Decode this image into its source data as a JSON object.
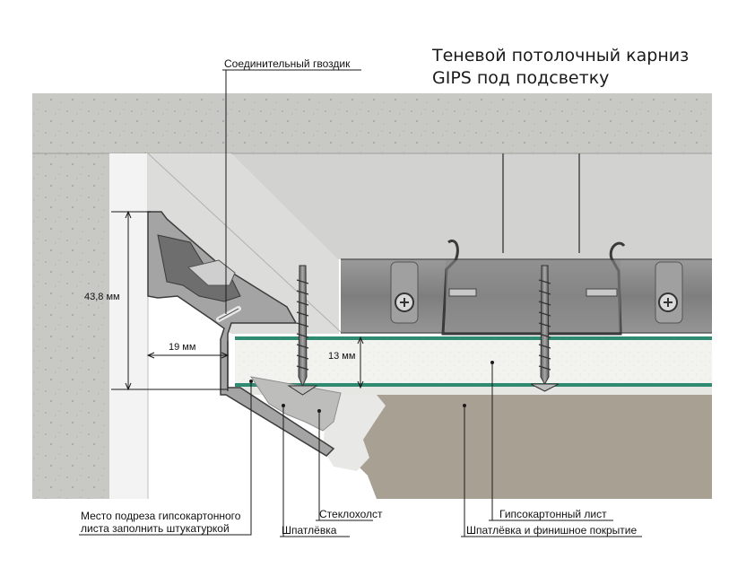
{
  "title": {
    "line1": "Теневой потолочный карниз",
    "line2": "GIPS под подсветку"
  },
  "dimensions": {
    "height": "43,8 мм",
    "width": "19 мм",
    "board": "13 мм"
  },
  "labels": {
    "connector_nail": "Соединительный гвоздик",
    "cut_fill_line1": "Место подреза гипсокартонного",
    "cut_fill_line2": "листа заполнить штукатуркой",
    "putty": "Шпатлёвка",
    "fiberglass": "Стеклохолст",
    "drywall_sheet": "Гипсокартонный лист",
    "finish": "Шпатлёвка и финишное покрытие"
  },
  "colors": {
    "concrete": "#c6c6c3",
    "profile": "#8f8f8f",
    "board_core": "#f1f1ee",
    "board_edge": "#2e8b72",
    "finish_coat": "#a89f93",
    "wall_plaster": "#f4f4f4",
    "line": "#1a1a1a"
  }
}
